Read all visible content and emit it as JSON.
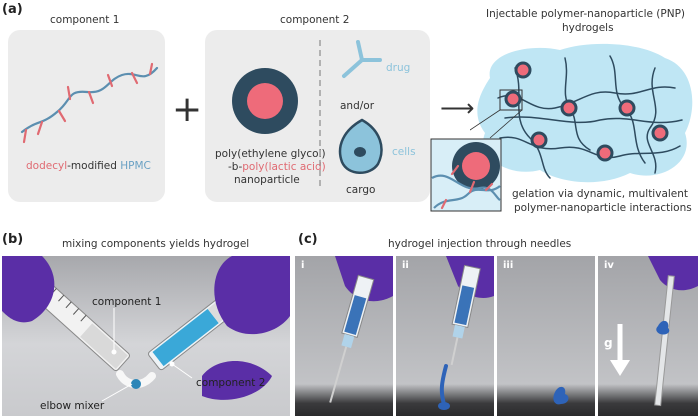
{
  "panel_a": {
    "letter": "(a)",
    "component1": {
      "title": "component 1",
      "caption_part1": "dodecyl",
      "caption_part2": "-modified ",
      "caption_part3": "HPMC"
    },
    "plus": "+",
    "component2": {
      "title": "component 2",
      "line1": "poly(ethylene glycol)",
      "line2_prefix": "-b-",
      "line2_red": "poly(lactic acid)",
      "line3": "nanoparticle",
      "drug": "drug",
      "and_or": "and/or",
      "cells": "cells",
      "cargo": "cargo"
    },
    "arrow": "⟶",
    "result": {
      "title_line1": "Injectable polymer-nanoparticle (PNP)",
      "title_line2": "hydrogels",
      "gel_line1": "gelation via dynamic, multivalent",
      "gel_line2": "polymer-nanoparticle interactions"
    }
  },
  "panel_b": {
    "letter": "(b)",
    "title": "mixing components yields hydrogel",
    "label_c1": "component 1",
    "label_c2": "component 2",
    "label_mixer": "elbow mixer"
  },
  "panel_c": {
    "letter": "(c)",
    "title": "hydrogel injection through needles",
    "subpanels": [
      "i",
      "ii",
      "iii",
      "iv"
    ],
    "gravity": "g"
  },
  "colors": {
    "card": "#ececec",
    "red": "#e06a72",
    "blue": "#5c8fb0",
    "light_blue": "#8cc3db",
    "nanoparticle_core": "#ee6b7a",
    "nanoparticle_shell": "#2e4b5f",
    "glove": "#5a2ea6"
  }
}
